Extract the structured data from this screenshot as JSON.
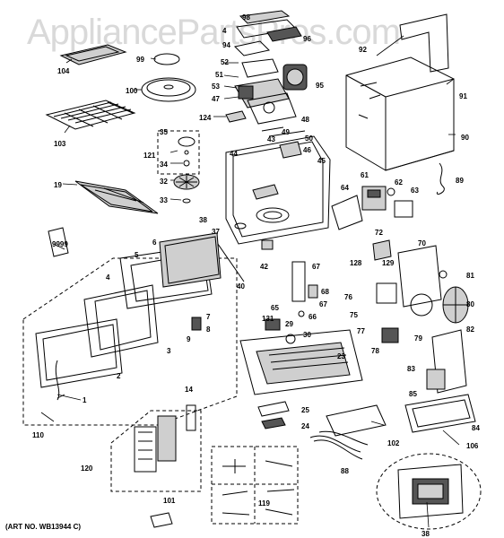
{
  "watermark": "AppliancePartsPros.com",
  "art_number": "(ART NO. WB13944 C)",
  "callouts": {
    "c1": "1",
    "c2": "2",
    "c3": "3",
    "c4": "4",
    "c5": "5",
    "c6": "6",
    "c7": "7",
    "c8": "8",
    "c9": "9",
    "c14": "14",
    "c19": "19",
    "c23": "23",
    "c24": "24",
    "c25": "25",
    "c29": "29",
    "c30": "30",
    "c32": "32",
    "c33": "33",
    "c34": "34",
    "c35": "35",
    "c37": "37",
    "c38a": "38",
    "c38b": "38",
    "c40": "40",
    "c42": "42",
    "c43": "43",
    "c44": "44",
    "c45": "45",
    "c46": "46",
    "c47": "47",
    "c48": "48",
    "c49": "49",
    "c50": "50",
    "c51": "51",
    "c52": "52",
    "c53": "53",
    "c61": "61",
    "c62": "62",
    "c63": "63",
    "c64": "64",
    "c65": "65",
    "c66": "66",
    "c67a": "67",
    "c67b": "67",
    "c68": "68",
    "c70": "70",
    "c72": "72",
    "c75": "75",
    "c76": "76",
    "c77": "77",
    "c78": "78",
    "c79": "79",
    "c80": "80",
    "c81": "81",
    "c82": "82",
    "c83": "83",
    "c84": "84",
    "c85": "85",
    "c88": "88",
    "c89": "89",
    "c90": "90",
    "c91": "91",
    "c92": "92",
    "c94": "94",
    "c95": "95",
    "c96": "96",
    "c98": "98",
    "c99": "99",
    "c100": "100",
    "c101": "101",
    "c102": "102",
    "c103": "103",
    "c104": "104",
    "c106": "106",
    "c110": "110",
    "c119": "119",
    "c120": "120",
    "c121": "121",
    "c124": "124",
    "c128": "128",
    "c129": "129",
    "c131": "131",
    "c9999": "9999",
    "c4b": "4"
  }
}
